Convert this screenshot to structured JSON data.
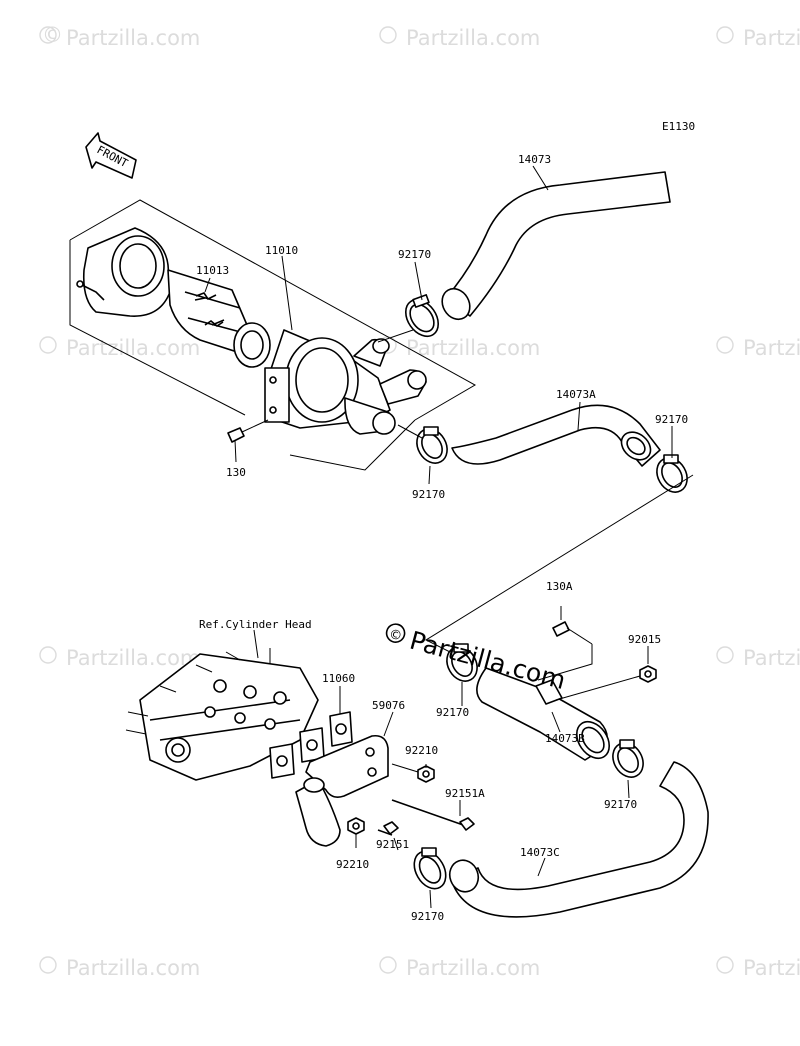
{
  "diagram_code": "E1130",
  "front_label": "FRONT",
  "ref_note": "Ref.Cylinder Head",
  "watermark": {
    "small": "Partzilla.com",
    "center": "Partzilla.com"
  },
  "part_numbers": {
    "p14073": "14073",
    "p11010": "11010",
    "p11013": "11013",
    "p92170_a": "92170",
    "p130": "130",
    "p92170_b": "92170",
    "p14073A": "14073A",
    "p92170_c": "92170",
    "p130A": "130A",
    "p92015": "92015",
    "p11060": "11060",
    "p59076": "59076",
    "p92210_a": "92210",
    "p92170_d": "92170",
    "p14073B": "14073B",
    "p92151A": "92151A",
    "p92151": "92151",
    "p92210_b": "92210",
    "p92170_e": "92170",
    "p14073C": "14073C",
    "p92170_f": "92170"
  }
}
